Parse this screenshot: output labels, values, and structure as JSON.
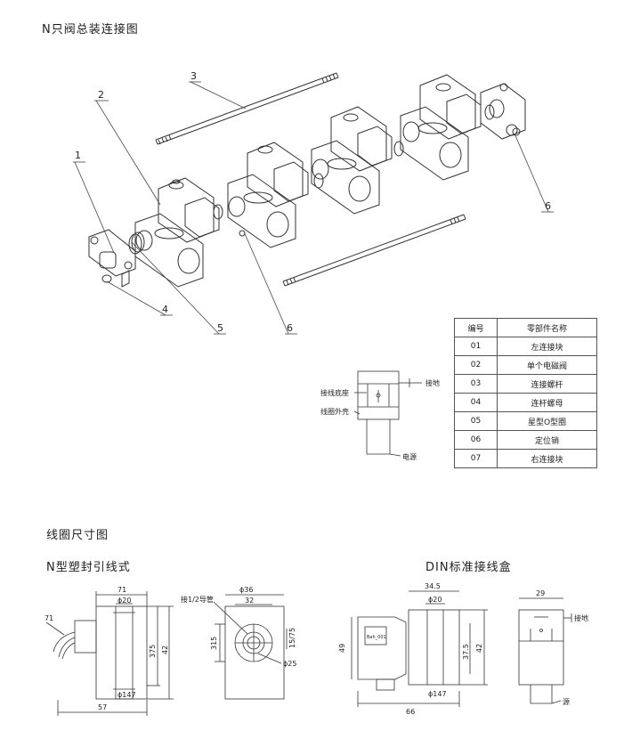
{
  "titles": {
    "assembly": "N只阀总装连接图",
    "coil_size": "线圈尺寸图",
    "n_type": "N型塑封引线式",
    "din_type": "DIN标准接线盒"
  },
  "callouts": [
    "1",
    "2",
    "3",
    "4",
    "5",
    "6",
    "6"
  ],
  "parts_table": {
    "headers": [
      "编号",
      "零部件名称"
    ],
    "rows": [
      [
        "01",
        "左连接块"
      ],
      [
        "02",
        "单个电磁阀"
      ],
      [
        "03",
        "连接螺杆"
      ],
      [
        "04",
        "连杆螺母"
      ],
      [
        "05",
        "星型O型圈"
      ],
      [
        "06",
        "定位销"
      ],
      [
        "07",
        "右连接块"
      ]
    ]
  },
  "wiring": {
    "ground": "接地",
    "base": "接线底座",
    "shell": "线圈外壳",
    "power": "电源"
  },
  "n_dims": {
    "side_lead": "71",
    "width": "71",
    "bore_top": "ϕ20",
    "h1": "375",
    "h2": "42",
    "bore_bottom": "ϕ147",
    "total": "57",
    "front_dia": "ϕ36",
    "front_w": "32",
    "pipe": "接1/2导管",
    "front_h": "315",
    "right_dim": "15/75",
    "small_dia": "ϕ25"
  },
  "din_dims": {
    "top": "34.5",
    "bore_top": "ϕ20",
    "left_h": "49",
    "h1": "37.5",
    "h2": "42",
    "bore_bottom": "ϕ147",
    "total": "66",
    "plug_text": "Bah_001",
    "side_w": "29",
    "ground": "接地",
    "source": "源"
  }
}
